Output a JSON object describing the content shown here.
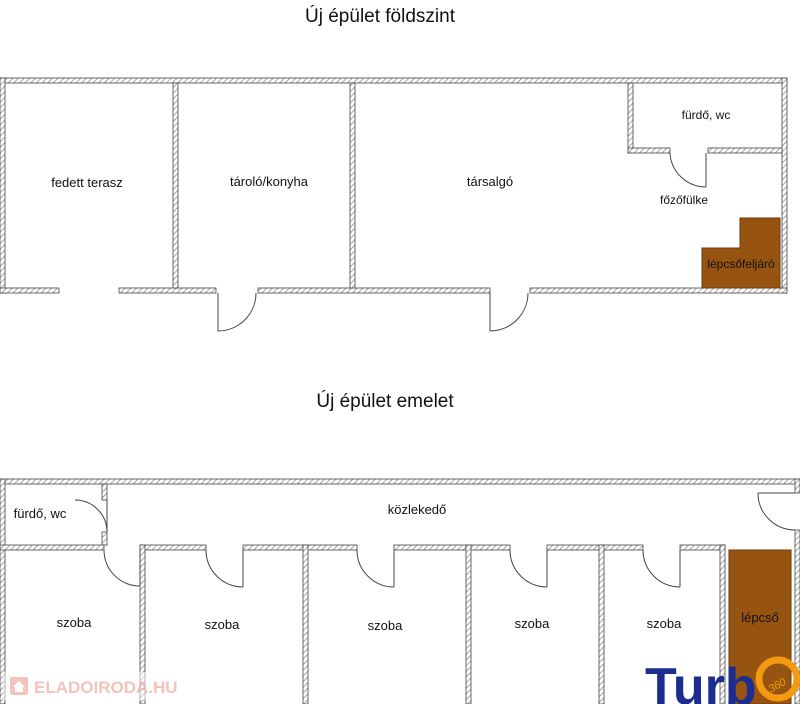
{
  "ground_floor": {
    "title": "Új épület földszint",
    "rooms": {
      "terrace": "fedett terasz",
      "storage_kitchen": "tároló/konyha",
      "lounge": "társalgó",
      "bathroom": "fürdő, wc",
      "kitchenette": "főzőfülke",
      "stair_access": "lépcsőfeljáró"
    }
  },
  "upper_floor": {
    "title": "Új épület emelet",
    "rooms": {
      "bathroom": "fürdő, wc",
      "corridor": "közlekedő",
      "room1": "szoba",
      "room2": "szoba",
      "room3": "szoba",
      "room4": "szoba",
      "room5": "szoba",
      "stairs": "lépcső"
    }
  },
  "watermarks": {
    "site": "ELADOIRODA.HU",
    "brand": "Turb",
    "brand_suffix": "360"
  },
  "colors": {
    "wall": "#555555",
    "stairs_fill": "#975410",
    "brand_blue": "#1c2d8f",
    "brand_orange": "#f39a12",
    "watermark_red": "#e8796a"
  }
}
